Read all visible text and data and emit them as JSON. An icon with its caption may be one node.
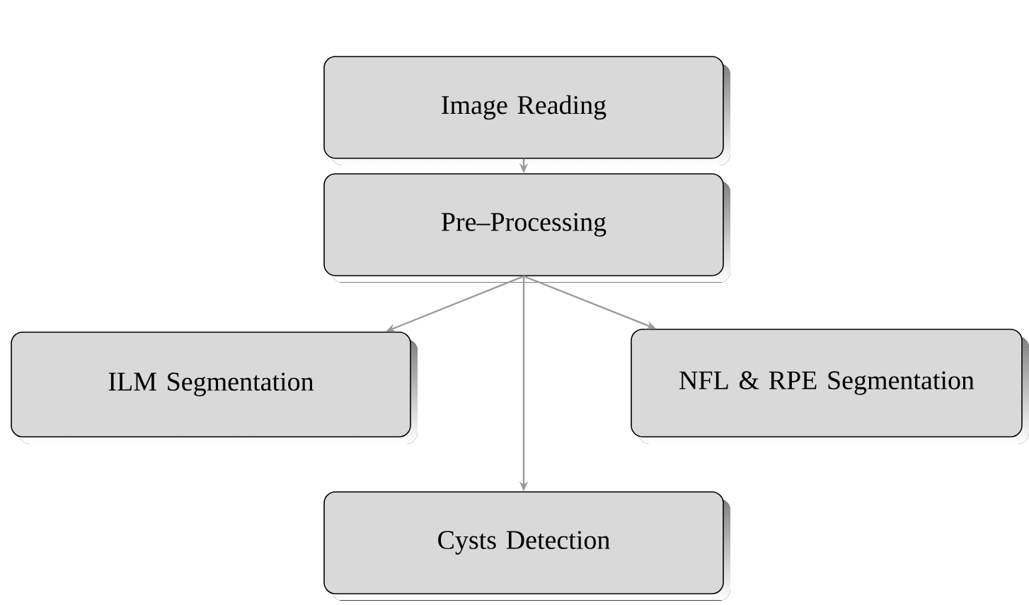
{
  "diagram": {
    "nodes": [
      {
        "text": [
          "Image Reading"
        ]
      },
      {
        "text": [
          "Pre–Processing"
        ]
      },
      {
        "text": [
          "ILM Segmentation"
        ]
      },
      {
        "text": [
          "NFL & RPE Segmentation"
        ]
      },
      {
        "text": [
          "Cysts Detection"
        ]
      }
    ],
    "edges": [
      {
        "from": 0,
        "to": 1,
        "arrow": "to"
      },
      {
        "from": 1,
        "to": 2,
        "arrow": "to"
      },
      {
        "from": 1,
        "to": 3,
        "arrow": "to"
      },
      {
        "from": 1,
        "to": 4,
        "arrow": "to"
      }
    ]
  }
}
